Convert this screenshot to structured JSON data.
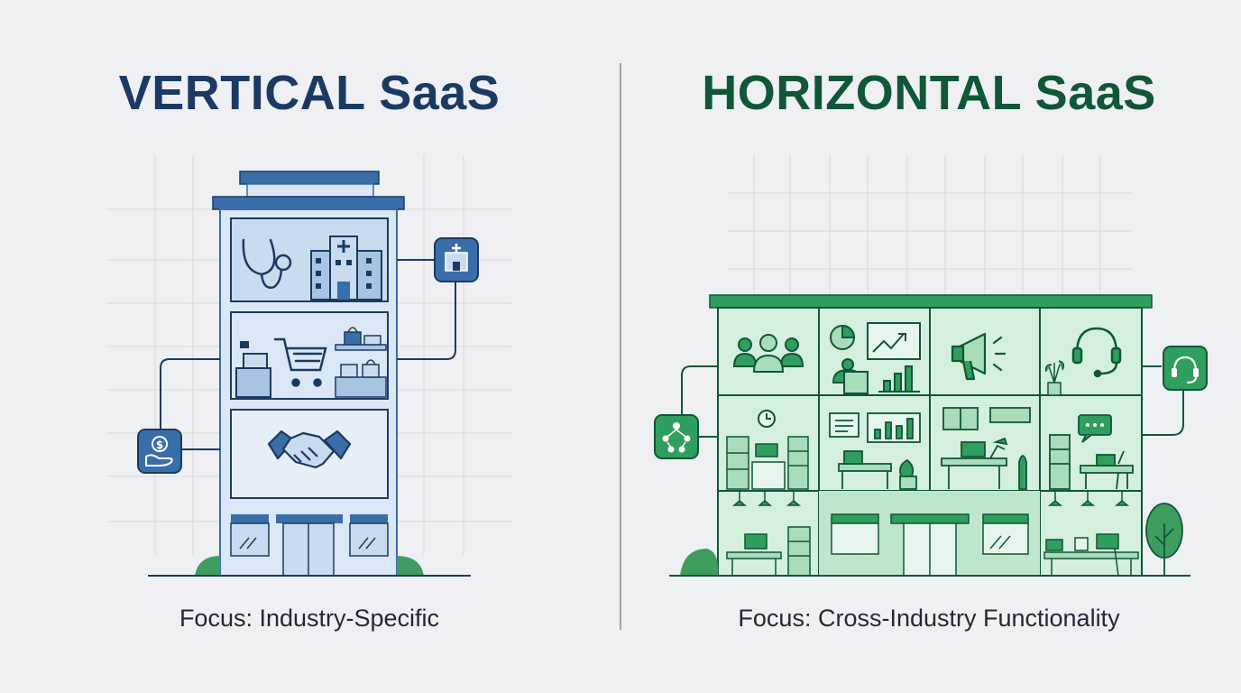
{
  "colors": {
    "vertical_accent": "#1b3a63",
    "vertical_building": "#3a6ea8",
    "horizontal_accent": "#0f5736",
    "horizontal_building": "#2f9e5f",
    "background": "#eef0f3"
  },
  "vertical": {
    "title": "VERTICAL SaaS",
    "caption": "Focus: Industry-Specific",
    "floors": [
      "stethoscope-icon",
      "hospital-icon",
      "shopping-cart-icon",
      "cash-register-icon",
      "shopping-bag-icon",
      "handshake-icon"
    ],
    "side_icons": [
      "hospital-badge-icon",
      "dollar-hand-icon"
    ]
  },
  "horizontal": {
    "title": "HORIZONTAL SaaS",
    "caption": "Focus: Cross-Industry Functionality",
    "rooms": [
      "team-icon",
      "analytics-chart-icon",
      "megaphone-icon",
      "headset-icon",
      "clock-icon",
      "bar-chart-icon",
      "desk-lamp-icon",
      "chat-bubble-icon"
    ],
    "side_icons": [
      "headset-badge-icon",
      "network-people-icon"
    ]
  }
}
